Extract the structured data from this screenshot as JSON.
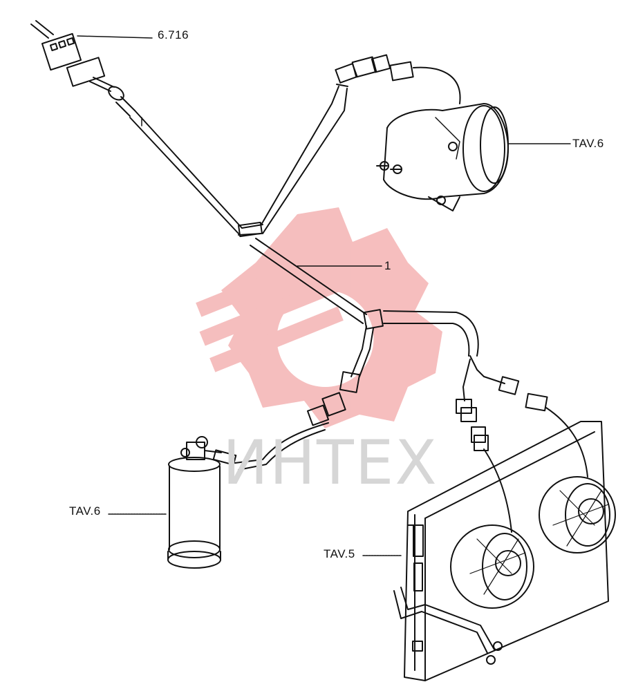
{
  "callouts": {
    "connector_ref": "6.716",
    "compressor_ref": "TAV.6",
    "harness_ref": "1",
    "receiver_drier_ref": "TAV.6",
    "radiator_fans_ref": "TAV.5"
  },
  "watermark": {
    "text": "ИНТЕХ",
    "color": "#f4b3b3"
  },
  "colors": {
    "line": "#111111",
    "watermark_gear": "#f4b3b3"
  }
}
